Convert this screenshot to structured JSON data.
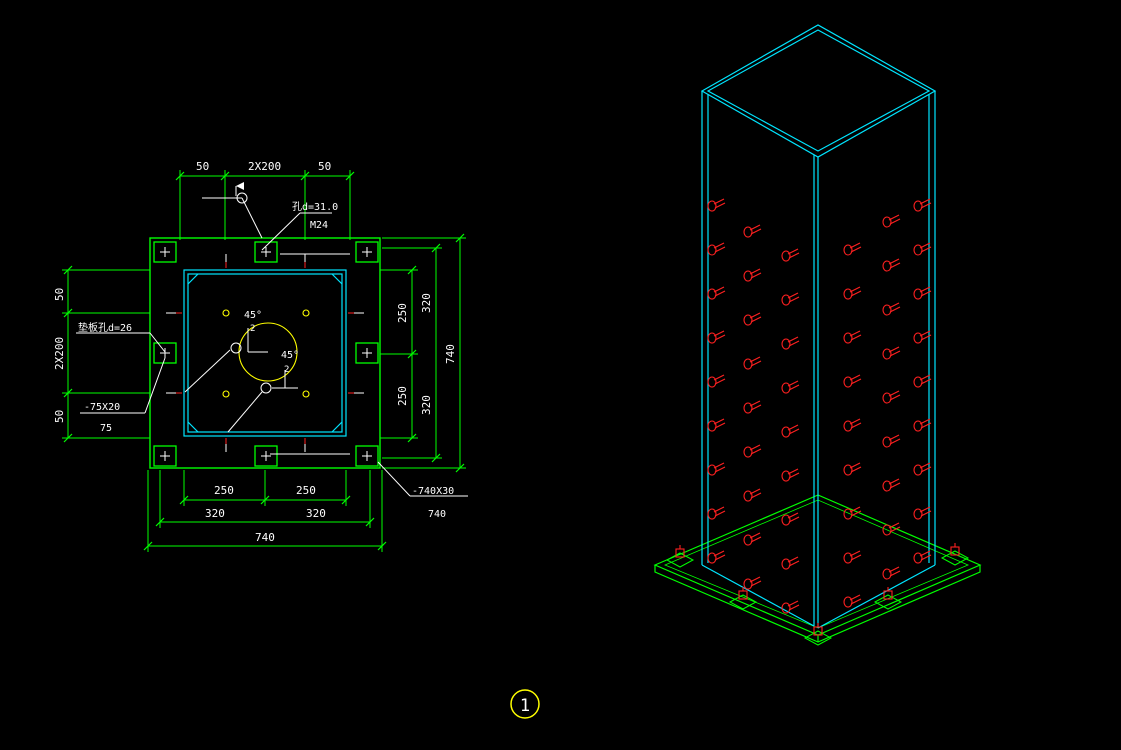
{
  "colors": {
    "background": "#000000",
    "dimension": "#00ff00",
    "steel": "#00e5ff",
    "bolt": "#ff2020",
    "label": "#ffffff",
    "marker": "#ffff00"
  },
  "plan": {
    "dims_top": [
      "50",
      "2X200",
      "50"
    ],
    "dims_left": [
      "50",
      "2X200",
      "50"
    ],
    "dims_right_inner": [
      "250",
      "250"
    ],
    "dims_right_mid": [
      "320",
      "320"
    ],
    "dim_right_outer": "740",
    "dims_bottom_inner": [
      "250",
      "250"
    ],
    "dims_bottom_mid": [
      "320",
      "320"
    ],
    "dim_bottom_outer": "740",
    "hole_callout": "孔d=31.0",
    "bolt_callout": "M24",
    "washer_callout": "垫板孔d=26",
    "stiffener_callout": "-75X20",
    "stiffener_width": "75",
    "baseplate_callout": "-740X30",
    "baseplate_width": "740",
    "weld_angle_1": "45°",
    "weld_angle_1_sub": "2",
    "weld_angle_2": "45°",
    "weld_angle_2_sub": "2"
  },
  "view_label": "1"
}
